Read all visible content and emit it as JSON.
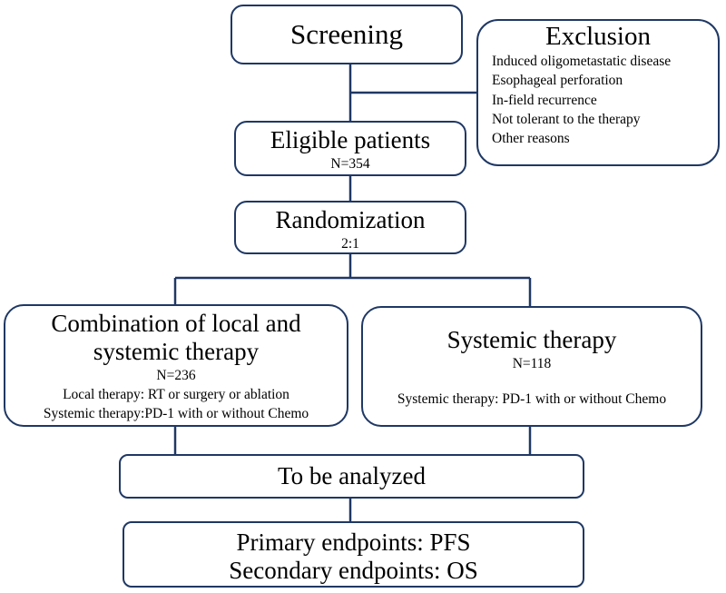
{
  "screening": {
    "title": "Screening"
  },
  "exclusion": {
    "title": "Exclusion",
    "items": [
      "Induced oligometastatic disease",
      "Esophageal perforation",
      "In-field recurrence",
      "Not tolerant to the therapy",
      "Other reasons"
    ]
  },
  "eligible": {
    "title": "Eligible patients",
    "n": "N=354"
  },
  "randomization": {
    "title": "Randomization",
    "ratio": "2:1"
  },
  "combination_arm": {
    "title_line1": "Combination of local and",
    "title_line2": "systemic therapy",
    "n": "N=236",
    "local": "Local therapy: RT or surgery or ablation",
    "systemic": "Systemic therapy:PD-1 with or without Chemo"
  },
  "systemic_arm": {
    "title": "Systemic therapy",
    "n": "N=118",
    "detail": "Systemic therapy: PD-1 with or without Chemo"
  },
  "analysis": {
    "title": "To be analyzed"
  },
  "endpoints": {
    "primary": "Primary endpoints: PFS",
    "secondary": "Secondary endpoints: OS"
  },
  "colors": {
    "border": "#1f3864",
    "connector": "#1f3864"
  }
}
